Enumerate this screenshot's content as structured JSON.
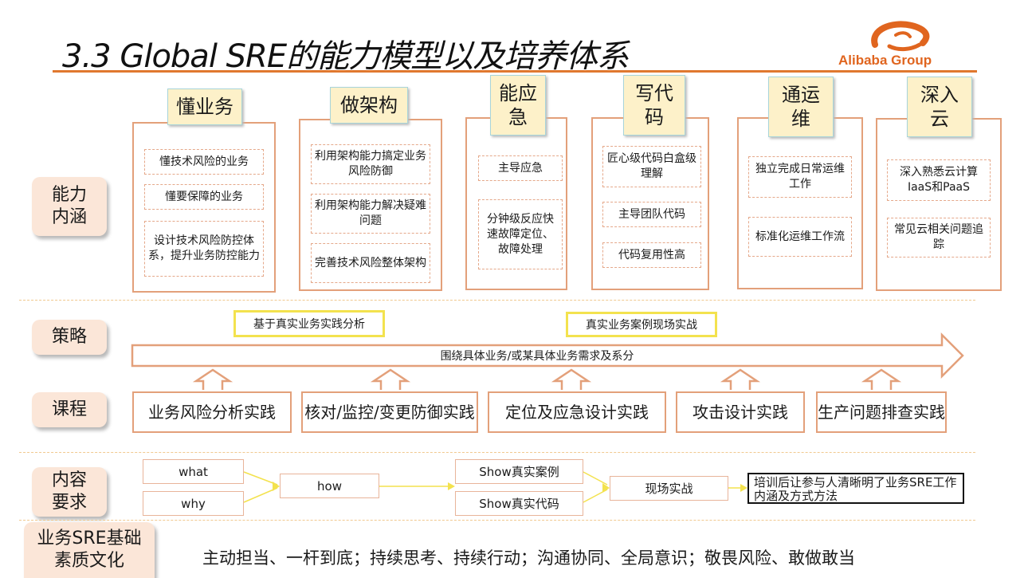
{
  "header": {
    "title": "3.3 Global SRE的能力模型以及培养体系",
    "logo_text": "Alibaba Group"
  },
  "row_labels": {
    "capability": "能力\n内涵",
    "strategy": "策略",
    "course": "课程",
    "content": "内容\n要求",
    "culture": "业务SRE基础\n素质文化"
  },
  "capabilities": [
    {
      "title": "懂业务",
      "items": [
        "懂技术风险的业务",
        "懂要保障的业务",
        "设计技术风险防控体系，提升业务防控能力"
      ]
    },
    {
      "title": "做架构",
      "items": [
        "利用架构能力搞定业务风险防御",
        "利用架构能力解决疑难问题",
        "完善技术风险整体架构"
      ]
    },
    {
      "title": "能应\n急",
      "items": [
        "主导应急",
        "分钟级反应快速故障定位、故障处理"
      ]
    },
    {
      "title": "写代\n码",
      "items": [
        "匠心级代码白盒级理解",
        "主导团队代码",
        "代码复用性高"
      ]
    },
    {
      "title": "通运\n维",
      "items": [
        "独立完成日常运维工作",
        "标准化运维工作流"
      ]
    },
    {
      "title": "深入\n云",
      "items": [
        "深入熟悉云计算IaaS和PaaS",
        "常见云相关问题追踪"
      ]
    }
  ],
  "strategy": {
    "left_box": "基于真实业务实践分析",
    "right_box": "真实业务案例现场实战",
    "arrow_text": "围绕具体业务/或某具体业务需求及系分"
  },
  "courses": [
    "业务风险分析实践",
    "核对/监控/变更防御实践",
    "定位及应急设计实践",
    "攻击设计实践",
    "生产问题排查实践"
  ],
  "content_flow": {
    "what": "what",
    "why": "why",
    "how": "how",
    "show_case": "Show真实案例",
    "show_code": "Show真实代码",
    "live": "现场实战",
    "result": "培训后让参与人清晰明了业务SRE工作内涵及方式方法"
  },
  "culture_text": "主动担当、一杆到底；持续思考、持续行动；沟通协同、全局意识；敬畏风险、敢做敢当",
  "colors": {
    "accent_orange": "#e0782f",
    "label_bg": "#fbe6d8",
    "header_bg": "#fdf1c9",
    "highlight_yellow": "#f3e24e"
  }
}
